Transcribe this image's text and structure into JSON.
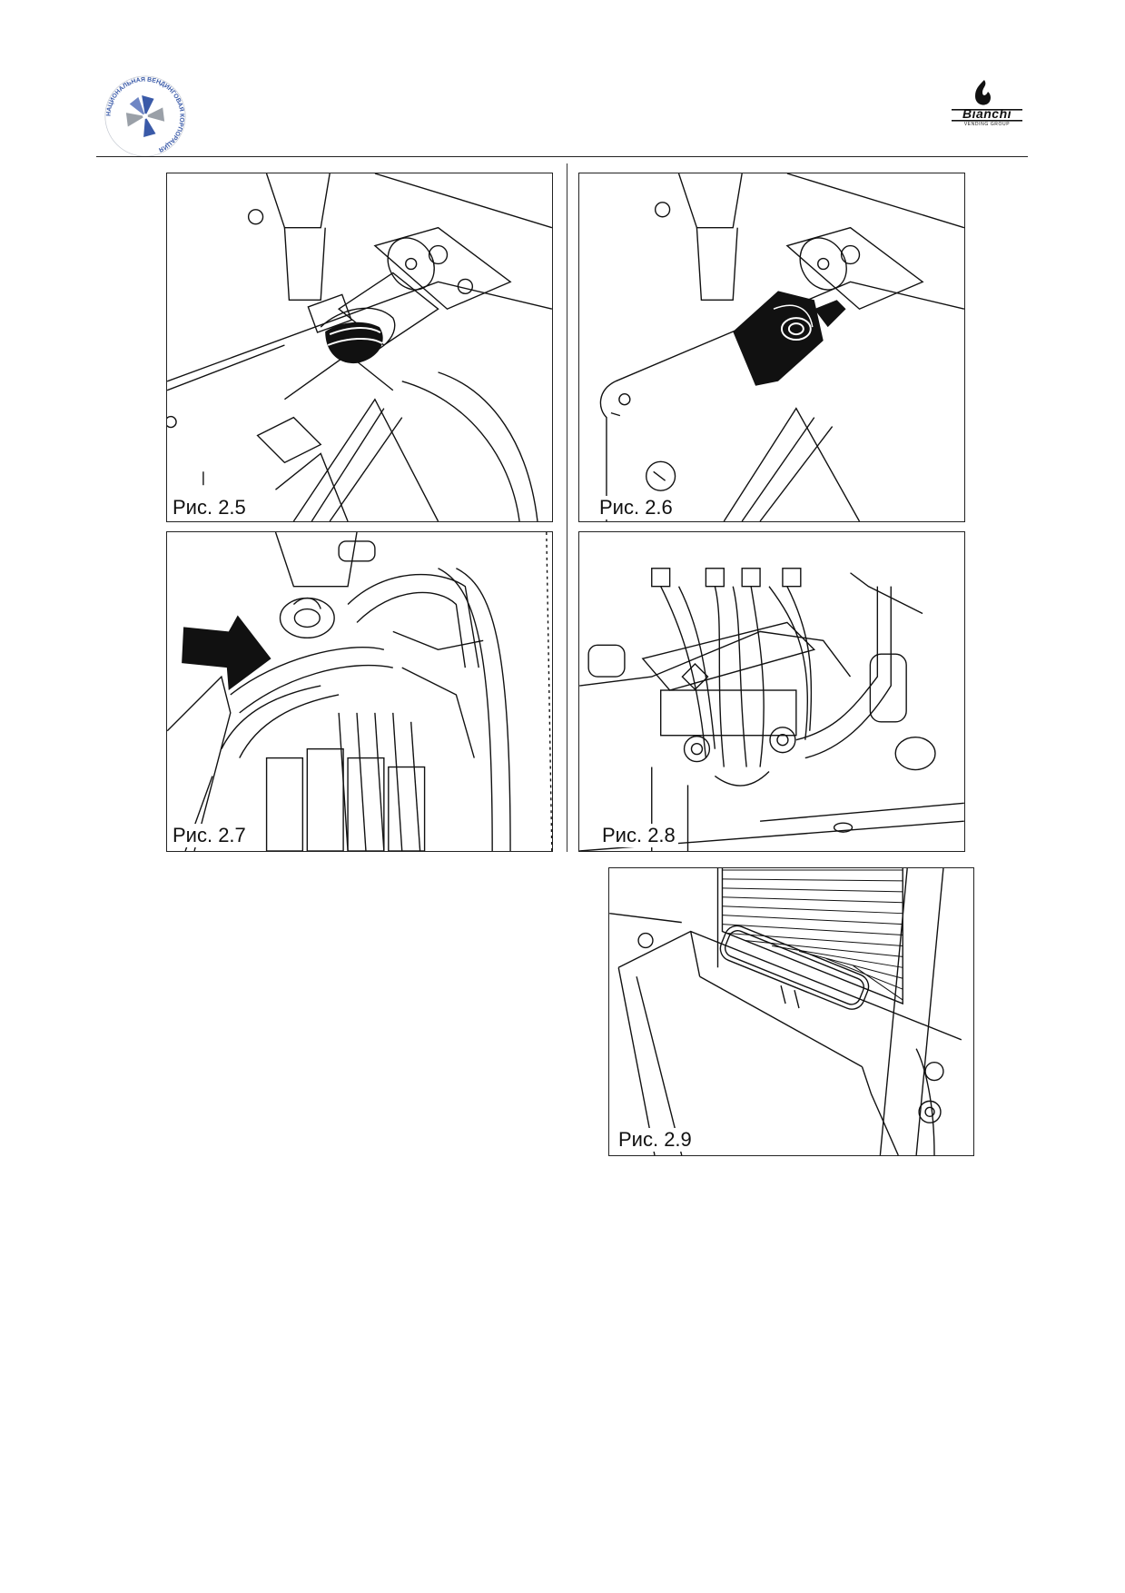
{
  "header": {
    "left_logo": {
      "icon": "corporation-pinwheel-logo-icon",
      "ring_text": "НАЦИОНАЛЬНАЯ ВЕНДИНГОВАЯ КОРПОРАЦИЯ"
    },
    "right_logo": {
      "icon": "bianchi-flame-logo-icon",
      "brand": "Bianchi",
      "tagline": "VENDING GROUP"
    }
  },
  "figures": [
    {
      "id": "fig-2-5",
      "caption": "Рис. 2.5"
    },
    {
      "id": "fig-2-6",
      "caption": "Рис. 2.6"
    },
    {
      "id": "fig-2-7",
      "caption": "Рис. 2.7"
    },
    {
      "id": "fig-2-8",
      "caption": "Рис. 2.8"
    },
    {
      "id": "fig-2-9",
      "caption": "Рис. 2.9"
    }
  ],
  "colors": {
    "ink": "#111111",
    "logo_blue": "#3a5aa8",
    "logo_grey": "#9aa0a8"
  }
}
